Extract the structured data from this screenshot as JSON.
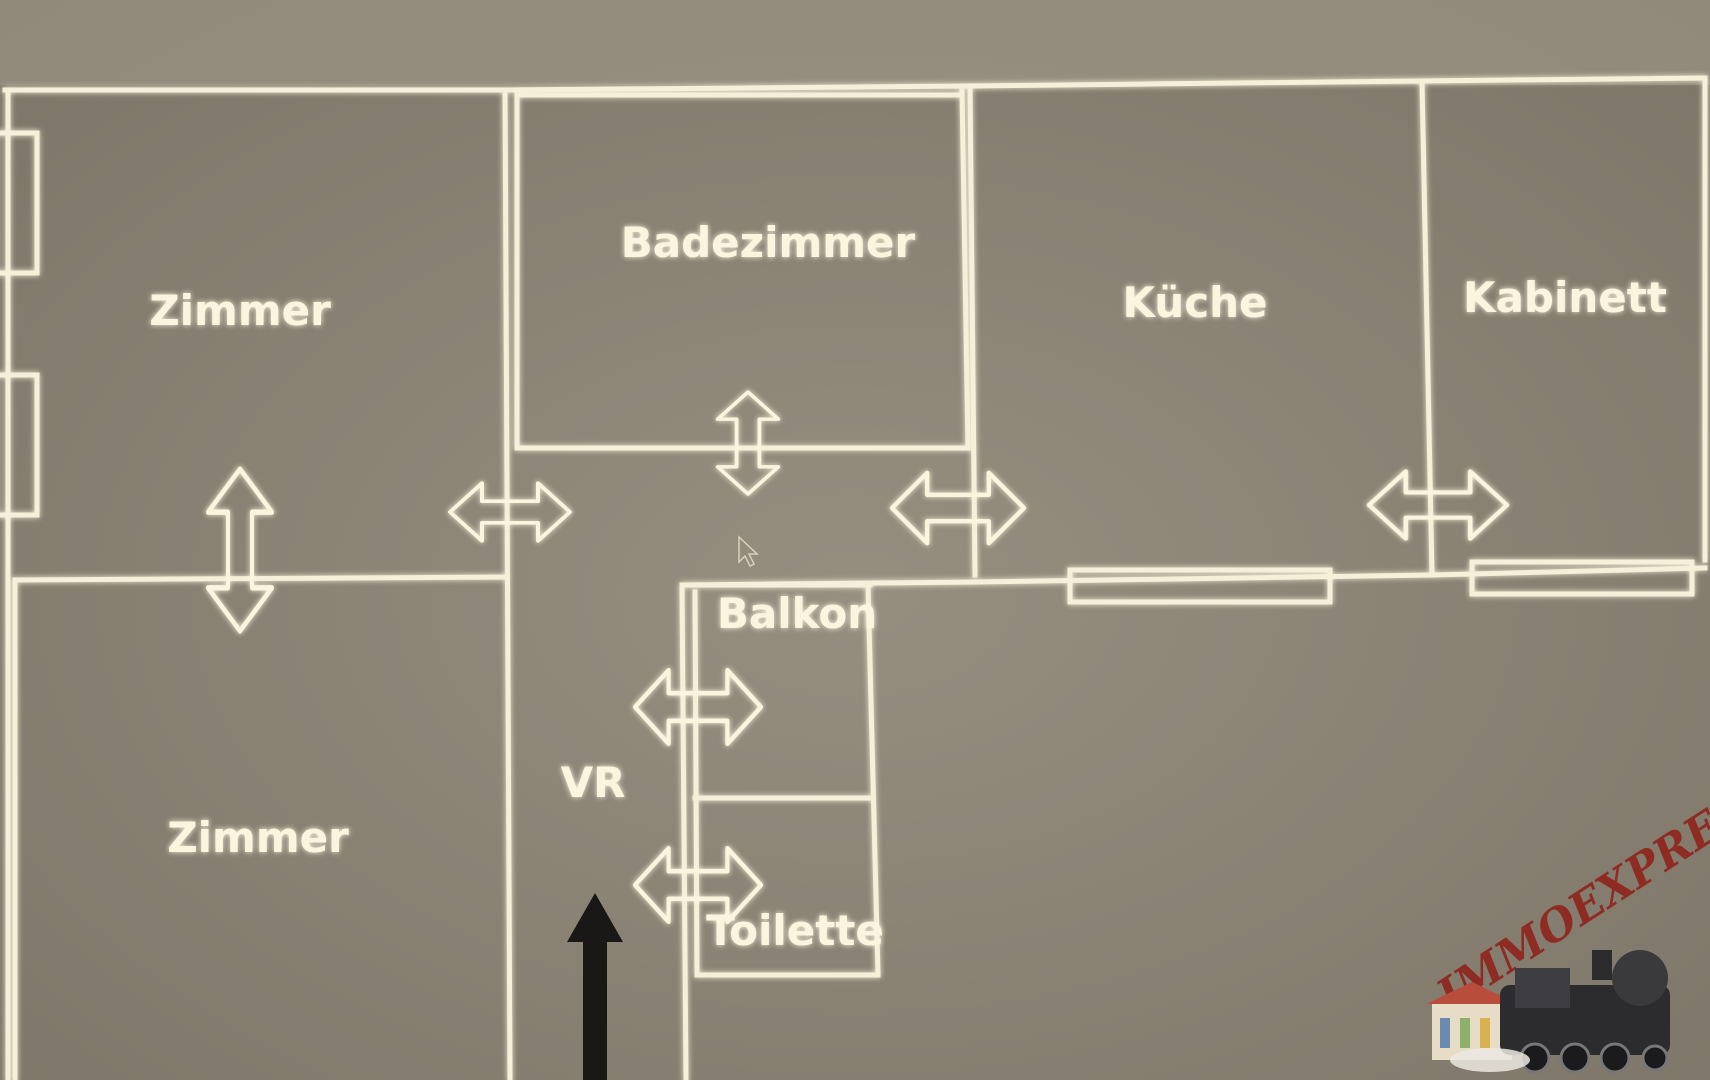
{
  "rooms": {
    "zimmer_top": "Zimmer",
    "badezimmer": "Badezimmer",
    "kueche": "Küche",
    "kabinett": "Kabinett",
    "balkon": "Balkon",
    "vr": "VR",
    "zimmer_bottom": "Zimmer",
    "toilette": "Toilette"
  },
  "logo": {
    "text": "IMMOEXPRESS",
    "icon": "steam-train-icon"
  },
  "entrance": {
    "icon": "entrance-arrow-icon"
  },
  "colors": {
    "background": "#8d8576",
    "walls": "#f6efd9",
    "labels": "#fbf5e0",
    "logo": "#8e2b22",
    "entrance_arrow": "#1a1816"
  }
}
